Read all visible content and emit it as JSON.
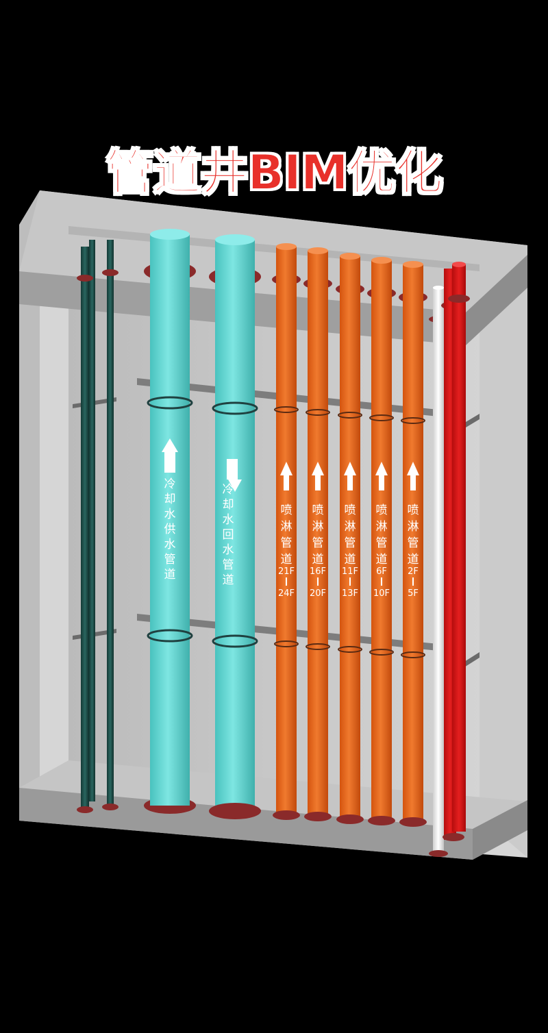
{
  "title": "管道井BIM优化",
  "colors": {
    "background": "#000000",
    "title": "#e8302a",
    "cooling": "#5fd3cf",
    "sprinkler": "#e8641c",
    "fire": "#d91616",
    "drain": "#1f4f4a",
    "white_pipe": "#f2f2f2"
  },
  "cooling_pipes": [
    {
      "id": "supply",
      "direction": "up",
      "label": "冷却水供水管道"
    },
    {
      "id": "return",
      "direction": "down",
      "label": "冷却水回水管道"
    }
  ],
  "sprinkler_pipes": [
    {
      "id": "s1",
      "direction": "up",
      "label": "喷淋管道",
      "floors": [
        "21F",
        "24F"
      ]
    },
    {
      "id": "s2",
      "direction": "up",
      "label": "喷淋管道",
      "floors": [
        "16F",
        "20F"
      ]
    },
    {
      "id": "s3",
      "direction": "up",
      "label": "喷淋管道",
      "floors": [
        "11F",
        "13F"
      ]
    },
    {
      "id": "s4",
      "direction": "up",
      "label": "喷淋管道",
      "floors": [
        "6F",
        "10F"
      ]
    },
    {
      "id": "s5",
      "direction": "up",
      "label": "喷淋管道",
      "floors": [
        "2F",
        "5F"
      ]
    }
  ]
}
